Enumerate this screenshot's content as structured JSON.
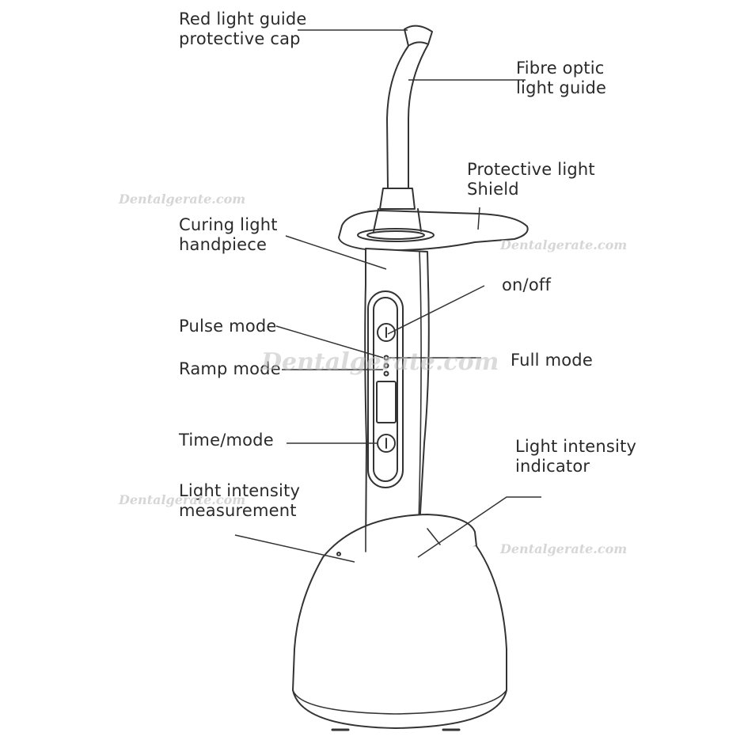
{
  "labels": {
    "red_light_guide_cap": [
      "Red light guide",
      "protective cap"
    ],
    "fibre_optic_light_guide": [
      "Fibre optic",
      "light guide"
    ],
    "protective_light_shield": [
      "Protective light",
      "Shield"
    ],
    "curing_light_handpiece": [
      "Curing light",
      "handpiece"
    ],
    "on_off": "on/off",
    "pulse_mode": "Pulse mode",
    "full_mode": "Full mode",
    "ramp_mode": "Ramp mode",
    "time_mode": "Time/mode",
    "light_intensity_indicator": [
      "Light intensity",
      "indicator"
    ],
    "light_intensity_measurement": [
      "Light intensity",
      "measurement"
    ]
  },
  "watermark": "Dentalgerate.com",
  "colors": {
    "line": "#333333",
    "text": "#2a2a2a",
    "watermark": "#cccccc"
  }
}
